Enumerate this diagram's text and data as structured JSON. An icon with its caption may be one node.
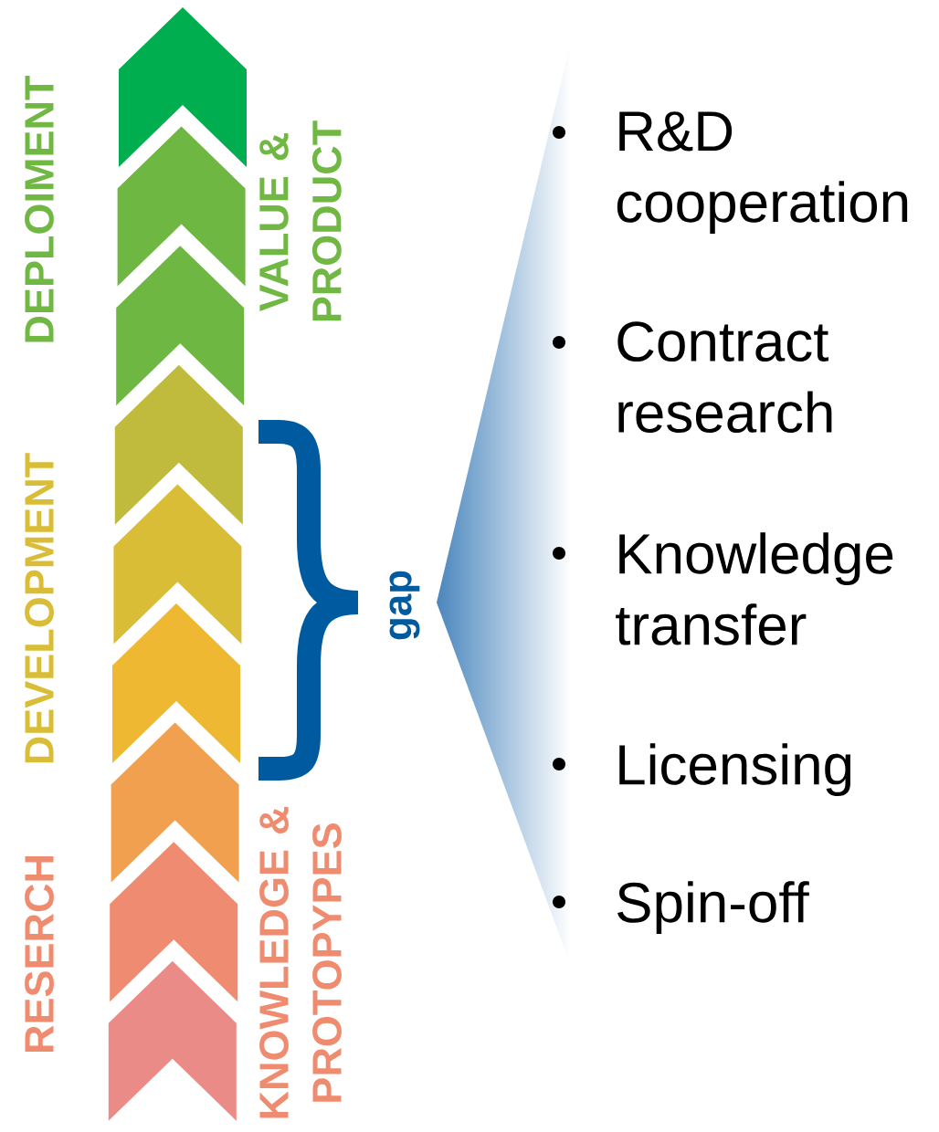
{
  "diagram": {
    "labels": [
      "DEPLOIMENT",
      "DEVELOPMENT",
      "RESERCH",
      "VALUE & PRODUCT",
      "KNOWLEDGE & PROTOPYPES",
      "gap",
      "R&D cooperation",
      "Contract research",
      "Knowledge transfer",
      "Licensing",
      "Spin-off"
    ]
  }
}
